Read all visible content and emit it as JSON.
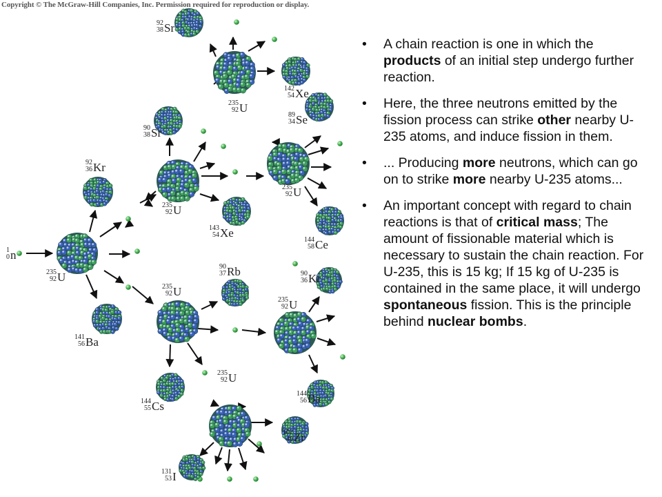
{
  "copyright": "Copyright © The McGraw-Hill Companies, Inc. Permission required for reproduction or display.",
  "colors": {
    "nucleon_blue": "#3a62b8",
    "nucleon_green": "#3ea05a",
    "neutron": "#39b24a",
    "arrow": "#111111"
  },
  "icons": {
    "nucleus": "nucleus-icon",
    "neutron": "neutron-icon",
    "arrow": "arrow-icon"
  },
  "nuclides": [
    {
      "mass": "1",
      "z": "0",
      "sym": "n"
    },
    {
      "mass": "235",
      "z": "92",
      "sym": "U"
    },
    {
      "mass": "92",
      "z": "36",
      "sym": "Kr"
    },
    {
      "mass": "141",
      "z": "56",
      "sym": "Ba"
    },
    {
      "mass": "235",
      "z": "92",
      "sym": "U"
    },
    {
      "mass": "90",
      "z": "38",
      "sym": "Sr"
    },
    {
      "mass": "143",
      "z": "54",
      "sym": "Xe"
    },
    {
      "mass": "235",
      "z": "92",
      "sym": "U"
    },
    {
      "mass": "90",
      "z": "37",
      "sym": "Rb"
    },
    {
      "mass": "144",
      "z": "55",
      "sym": "Cs"
    },
    {
      "mass": "235",
      "z": "92",
      "sym": "U"
    },
    {
      "mass": "92",
      "z": "38",
      "sym": "Sr"
    },
    {
      "mass": "142",
      "z": "54",
      "sym": "Xe"
    },
    {
      "mass": "235",
      "z": "92",
      "sym": "U"
    },
    {
      "mass": "89",
      "z": "34",
      "sym": "Se"
    },
    {
      "mass": "144",
      "z": "58",
      "sym": "Ce"
    },
    {
      "mass": "235",
      "z": "92",
      "sym": "U"
    },
    {
      "mass": "90",
      "z": "36",
      "sym": "Kr"
    },
    {
      "mass": "144",
      "z": "56",
      "sym": "Ba"
    },
    {
      "mass": "235",
      "z": "92",
      "sym": "U"
    },
    {
      "mass": "102",
      "z": "40",
      "sym": "Zr"
    },
    {
      "mass": "131",
      "z": "53",
      "sym": "I"
    }
  ],
  "bullets": [
    [
      {
        "t": "A chain reaction is one in which the "
      },
      {
        "t": "products",
        "b": true
      },
      {
        "t": " of an initial step undergo further reaction."
      }
    ],
    [
      {
        "t": "Here, the three neutrons emitted by the fission process can strike "
      },
      {
        "t": "other",
        "b": true
      },
      {
        "t": " nearby U-235 atoms, and induce fission in them."
      }
    ],
    [
      {
        "t": "... Producing "
      },
      {
        "t": "more",
        "b": true
      },
      {
        "t": " neutrons, which can go on to strike "
      },
      {
        "t": "more",
        "b": true
      },
      {
        "t": " nearby U-235 atoms..."
      }
    ],
    [
      {
        "t": "An important concept with regard to chain reactions is that of "
      },
      {
        "t": "critical mass",
        "b": true
      },
      {
        "t": "; The amount of fissionable material which is necessary to sustain the chain reaction. For U-235, this is 15 kg; If 15 kg of U-235 is contained in the same place, it will undergo "
      },
      {
        "t": "spontaneous",
        "b": true
      },
      {
        "t": " fission. This is the principle behind "
      },
      {
        "t": "nuclear bombs",
        "b": true
      },
      {
        "t": "."
      }
    ]
  ],
  "bullet_symbol": "•"
}
